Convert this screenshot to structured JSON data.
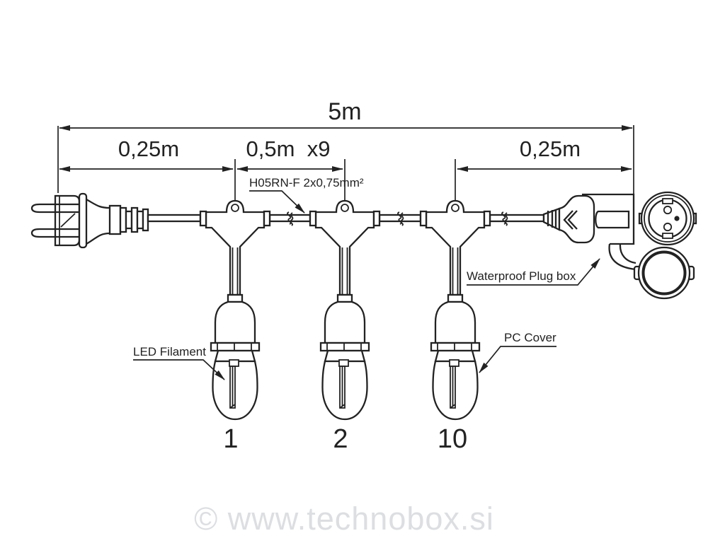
{
  "diagram": {
    "dimensions": {
      "total": "5m",
      "lead": "0,25m",
      "spacing": "0,5m  x9",
      "tail": "0,25m"
    },
    "cable_spec": "H05RN-F 2x0,75mm²",
    "labels": {
      "filament": "LED Filament",
      "plug_box": "Waterproof Plug box",
      "cover": "PC Cover"
    },
    "socket_numbers": [
      "1",
      "2",
      "10"
    ],
    "watermark": "© www.technobox.si",
    "colors": {
      "line": "#222222",
      "watermark": "#dcdee1",
      "background": "#ffffff"
    }
  }
}
